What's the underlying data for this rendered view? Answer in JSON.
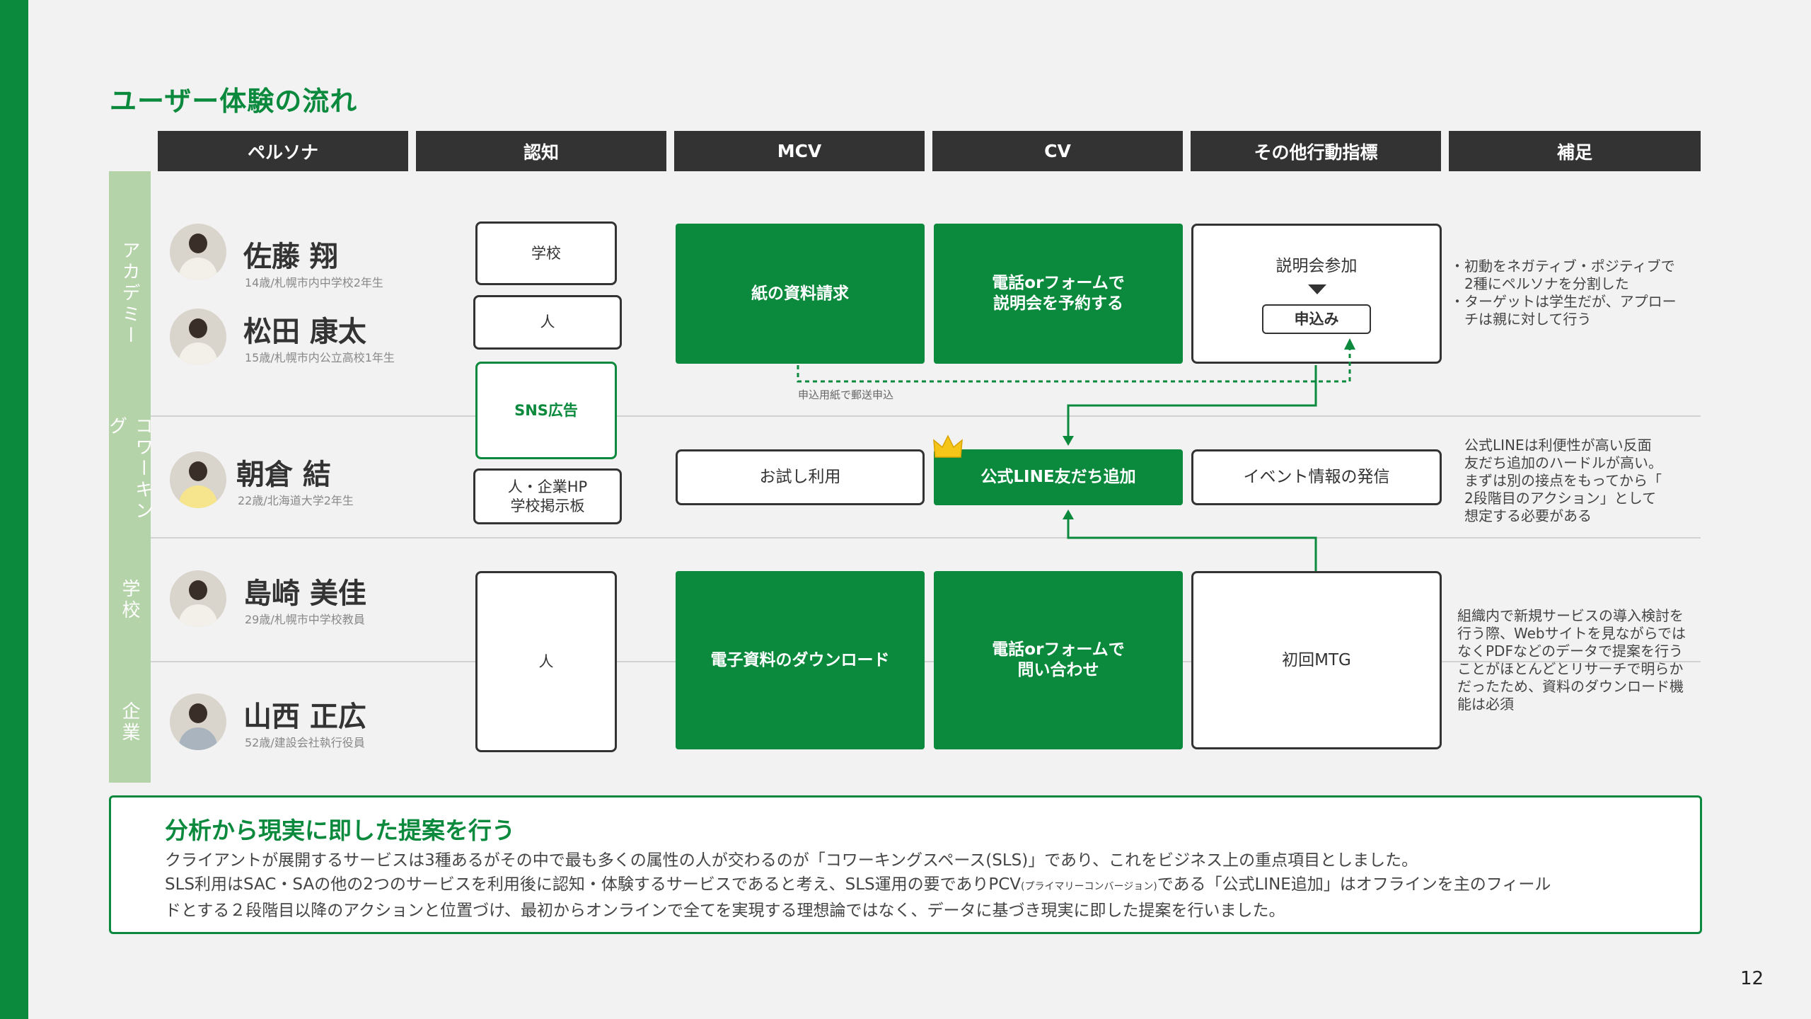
{
  "title": "ユーザー体験の流れ",
  "columns": [
    "ペルソナ",
    "認知",
    "MCV",
    "CV",
    "その他行動指標",
    "補足"
  ],
  "segments": [
    "アカデミー",
    "コワーキング",
    "学校",
    "企業"
  ],
  "personas": [
    {
      "name": "佐藤 翔",
      "sub": "14歳/札幌市内中学校2年生"
    },
    {
      "name": "松田 康太",
      "sub": "15歳/札幌市内公立高校1年生"
    },
    {
      "name": "朝倉 結",
      "sub": "22歳/北海道大学2年生"
    },
    {
      "name": "島崎 美佳",
      "sub": "29歳/札幌市中学校教員"
    },
    {
      "name": "山西 正広",
      "sub": "52歳/建設会社執行役員"
    }
  ],
  "awareness": {
    "school": "学校",
    "person1": "人",
    "sns": "SNS広告",
    "hp_line1": "人・企業HP",
    "hp_line2": "学校掲示板",
    "person2": "人"
  },
  "mcv": {
    "academy": "紙の資料請求",
    "coworking": "お試し利用",
    "business": "電子資料のダウンロード"
  },
  "cv": {
    "academy_line1": "電話orフォームで",
    "academy_line2": "説明会を予約する",
    "coworking": "公式LINE友だち追加",
    "business_line1": "電話orフォームで",
    "business_line2": "問い合わせ"
  },
  "other": {
    "academy_title": "説明会参加",
    "academy_apply": "申込み",
    "coworking": "イベント情報の発信",
    "business": "初回MTG"
  },
  "flow_note": "申込用紙で郵送申込",
  "notes": {
    "academy": [
      "・初動をネガティブ・ポジティブで",
      "　2種にペルソナを分割した",
      "・ターゲットは学生だが、アプロー",
      "　チは親に対して行う"
    ],
    "coworking": [
      "公式LINEは利便性が高い反面",
      "友だち追加のハードルが高い。",
      "まずは別の接点をもってから「",
      "2段階目のアクション」として",
      "想定する必要がある"
    ],
    "business": [
      "組織内で新規サービスの導入検討を",
      "行う際、Webサイトを見ながらでは",
      "なくPDFなどのデータで提案を行う",
      "ことがほとんどとリサーチで明らか",
      "だったため、資料のダウンロード機",
      "能は必須"
    ]
  },
  "summary": {
    "title": "分析から現実に即した提案を行う",
    "line1": "クライアントが展開するサービスは3種あるがその中で最も多くの属性の人が交わるのが「コワーキングスペース(SLS)」であり、これをビジネス上の重点項目としました。",
    "line2a": "SLS利用はSAC・SAの他の2つのサービスを利用後に認知・体験するサービスであると考え、SLS運用の要でありPCV",
    "line2b": "(プライマリーコンバージョン)",
    "line2c": "である「公式LINE追加」はオフラインを主のフィール",
    "line3": "ドとする２段階目以降のアクションと位置づけ、最初からオンラインで全てを実現する理想論ではなく、データに基づき現実に即した提案を行いました。"
  },
  "page_number": "12",
  "colors": {
    "accent": "#0b8a3e",
    "sidebar": "#b4d3a8",
    "header": "#333333"
  }
}
